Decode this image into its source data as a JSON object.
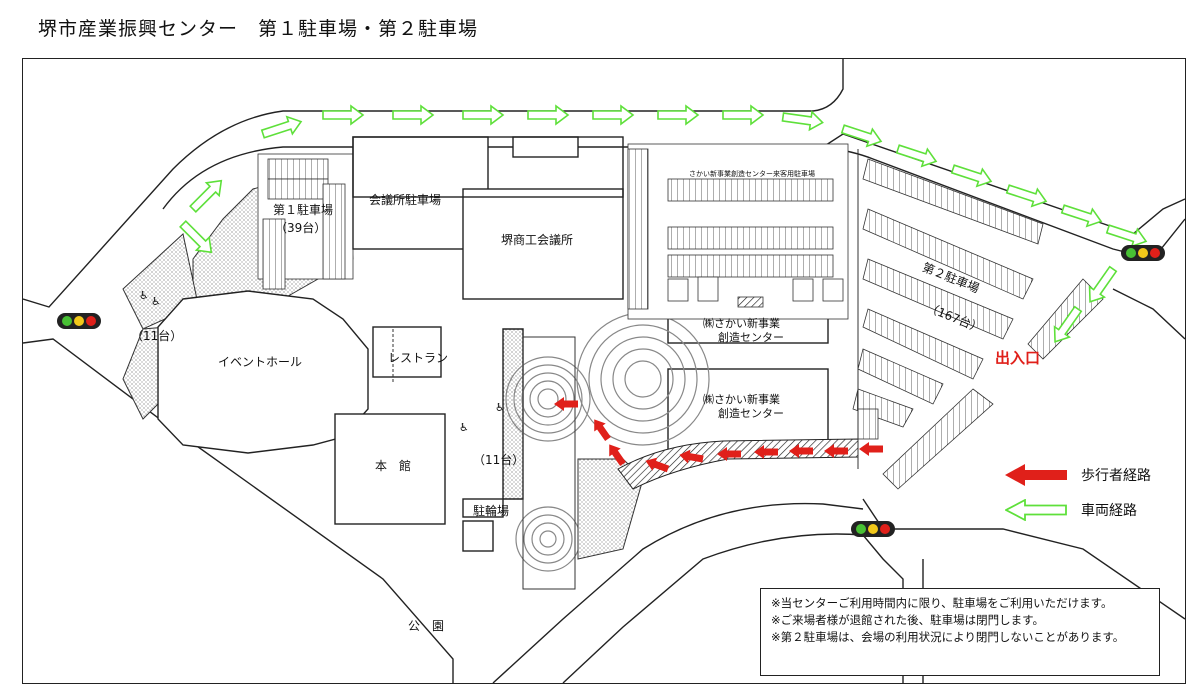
{
  "title": "堺市産業振興センター　第１駐車場・第２駐車場",
  "labels": {
    "parking1": "第１駐車場",
    "parking1_count": "（39台）",
    "kaigisho_parking": "会議所駐車場",
    "sakai_shoko": "堺商工会議所",
    "sakai_shinjigyo_parking": "さかい新事業創造センター来客用駐車場",
    "parking2": "第２駐車場",
    "parking2_count": "（167台）",
    "sakai_center_1_l1": "㈱さかい新事業",
    "sakai_center_1_l2": "創造センター",
    "sakai_center_2_l1": "㈱さかい新事業",
    "sakai_center_2_l2": "創造センター",
    "event_hall": "イベントホール",
    "restaurant": "レストラン",
    "honkan": "本　館",
    "accessible_count_1": "（11台）",
    "accessible_count_2": "（11台）",
    "bicycle_parking": "駐輪場",
    "park": "公　園",
    "entrance": "出入口"
  },
  "legend": {
    "pedestrian": "歩行者経路",
    "vehicle": "車両経路",
    "pedestrian_color": "#e0201a",
    "vehicle_color": "#5ee03a"
  },
  "notes": [
    "※当センターご利用時間内に限り、駐車場をご利用いただけます。",
    "※ご来場者様が退館された後、駐車場は閉門します。",
    "※第２駐車場は、会場の利用状況により閉門しないことがあります。"
  ],
  "icons": {
    "traffic_light": "traffic-light-icon",
    "wheelchair": "wheelchair-icon"
  }
}
